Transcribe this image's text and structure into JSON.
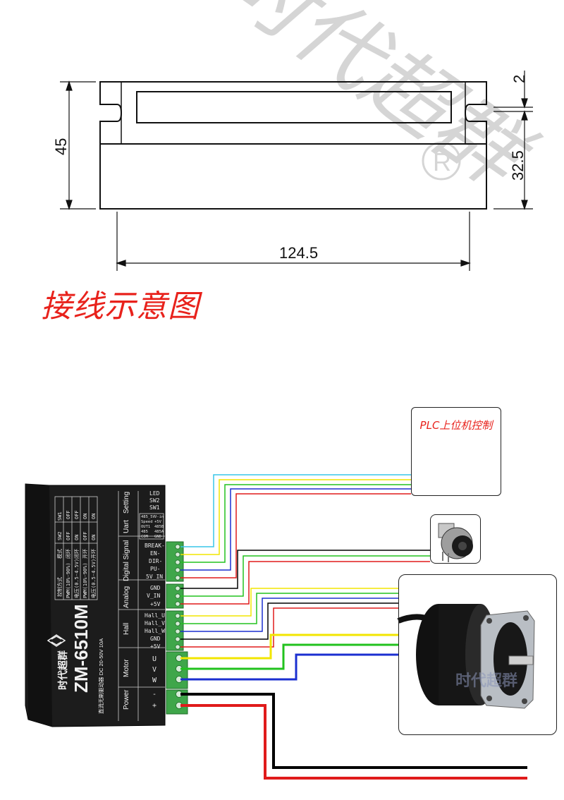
{
  "dimensions": {
    "height": "45",
    "top_gap": "2",
    "lower_height": "32.5",
    "width": "124.5"
  },
  "watermark": {
    "text": "时代超群",
    "mark": "R"
  },
  "section_title": "接线示意图",
  "plc": {
    "label": "PLC上位机控制"
  },
  "driver": {
    "model": "ZM-6510M",
    "brand": "时代超群",
    "subtitle": "直流无刷驱动器 DC 20-50V 10A",
    "setting": {
      "header": "Setting",
      "items": [
        "LED",
        "SW2",
        "SW1"
      ]
    },
    "uart": {
      "header": "Uart",
      "rows": [
        [
          "485_5V",
          "V-in"
        ],
        [
          "Speed",
          "+5V"
        ],
        [
          "OUT1",
          "485B"
        ],
        [
          "485",
          "485A"
        ],
        [
          "COM",
          "GND"
        ]
      ]
    },
    "mode_table": {
      "headers": [
        "SW1",
        "SW2",
        "模式",
        "控制方式"
      ],
      "rows": [
        [
          "OFF",
          "OFF",
          "闭环",
          "PWM(10%-90%)"
        ],
        [
          "OFF",
          "ON",
          "闭环",
          "电压(0.5-4.5V)"
        ],
        [
          "ON",
          "OFF",
          "开环",
          "PWM(10%-90%)"
        ],
        [
          "ON",
          "ON",
          "开环",
          "电压(0.5-4.5V)"
        ]
      ]
    },
    "groups": {
      "digital_signal": "Digital Signal",
      "analog": "Analog",
      "hall": "Hall",
      "motor": "Motor",
      "power": "Power"
    },
    "terminals": {
      "digital_signal": [
        "BREAK-",
        "EN-",
        "DIR-",
        "PU-",
        "5V_IN"
      ],
      "analog": [
        "GND",
        "V_IN",
        "+5V"
      ],
      "hall": [
        "Hall_U",
        "Hall_V",
        "Hall_W",
        "GND",
        "+5V"
      ],
      "motor": [
        "U",
        "V",
        "W"
      ],
      "power": [
        "-",
        "+"
      ]
    }
  },
  "motor": {
    "watermark": "时代超群"
  },
  "colors": {
    "cyan": "#39c6e8",
    "yellow": "#f2e600",
    "green": "#22c21e",
    "blue": "#1b2fd0",
    "red": "#e01b1b",
    "black": "#000000",
    "title_red": "#e8221c"
  }
}
